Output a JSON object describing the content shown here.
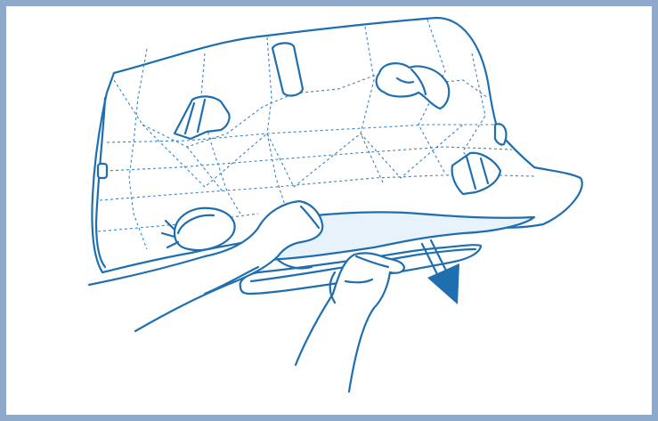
{
  "illustration": {
    "frame_color": "#8ea9c9",
    "line_color": "#1f6fb0",
    "fill_color": "#ffffff",
    "arrow_color": "#1f6fb0",
    "icons": [
      "pool-cleaner-underside",
      "filter-tray",
      "hand-holding-cleaner",
      "hand-pulling-tray",
      "down-arrow"
    ]
  }
}
